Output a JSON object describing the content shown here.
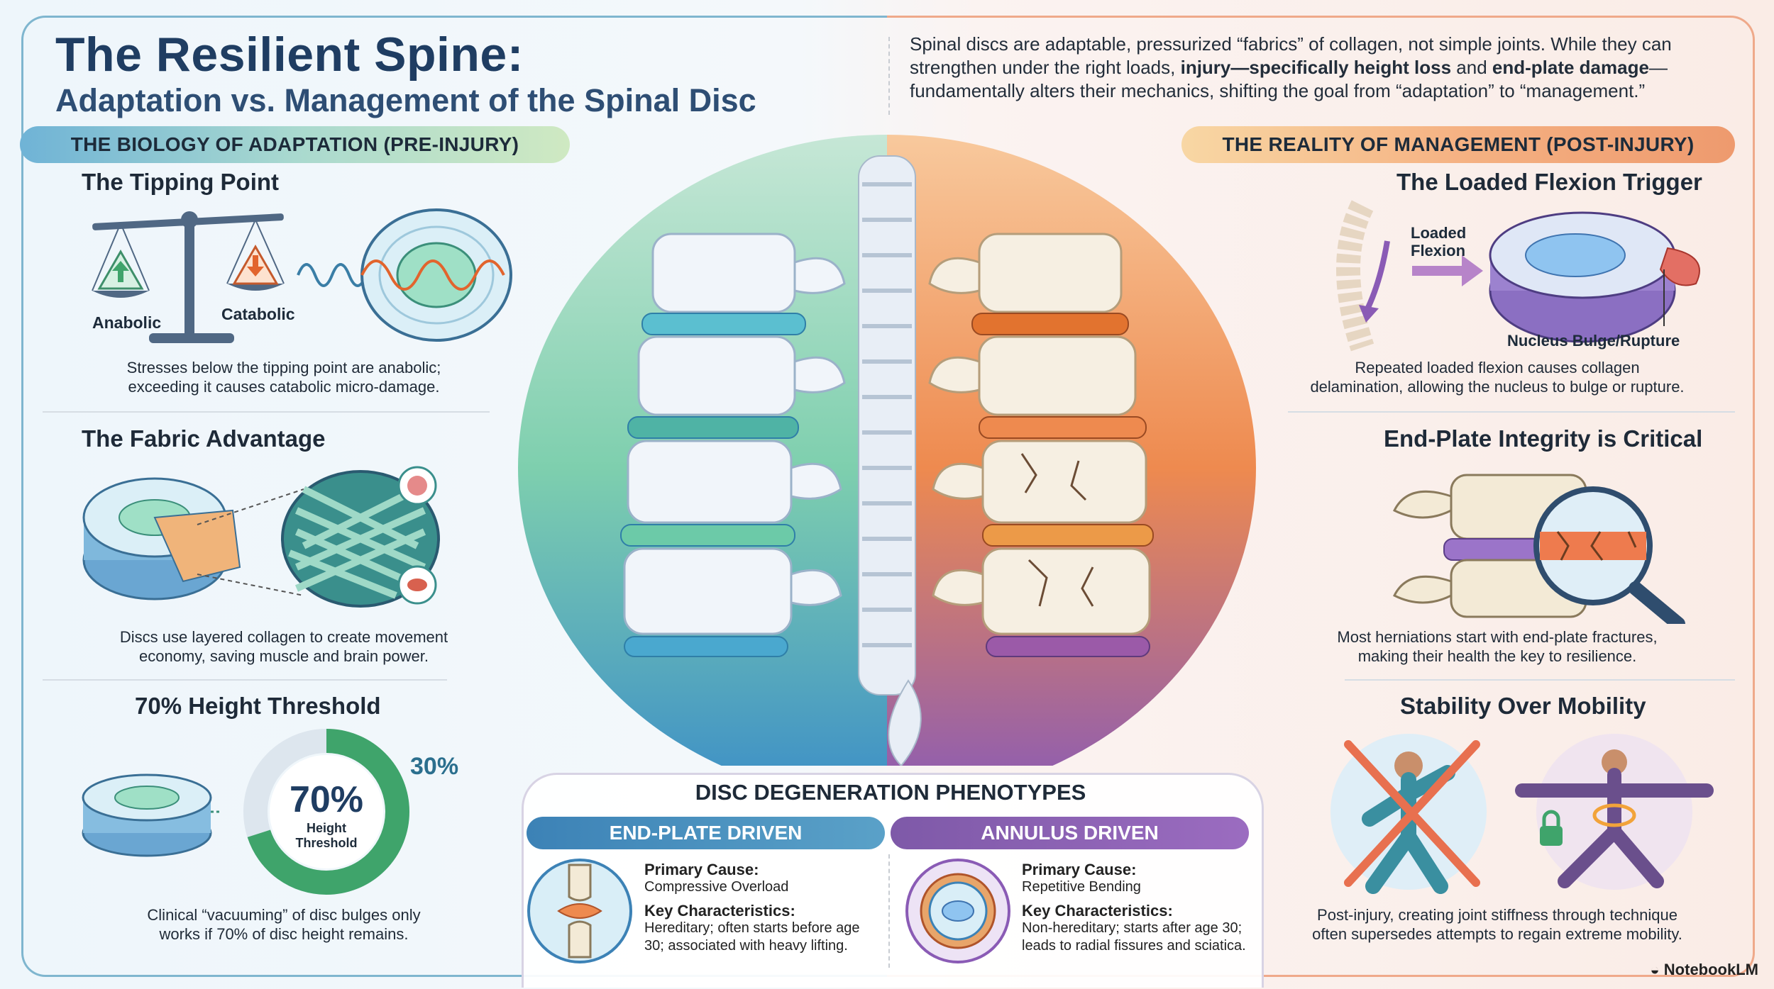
{
  "header": {
    "title_line1": "The Resilient Spine:",
    "title_line2": "Adaptation vs. Management of the Spinal Disc",
    "intro_part1": "Spinal discs are adaptable, pressurized “fabrics” of collagen, not simple joints. While they can strengthen under the right loads, ",
    "intro_bold1": "injury—specifically height loss",
    "intro_part2": " and ",
    "intro_bold2": "end-plate damage",
    "intro_part3": "—fundamentally alters their mechanics, shifting the goal from “adaptation” to “management.”"
  },
  "left": {
    "banner": "THE BIOLOGY OF ADAPTATION (PRE-INJURY)",
    "tipping": {
      "title": "The Tipping Point",
      "anabolic": "Anabolic",
      "catabolic": "Catabolic",
      "caption1": "Stresses below the tipping point are anabolic;",
      "caption2": "exceeding it causes catabolic micro-damage."
    },
    "fabric": {
      "title": "The Fabric Advantage",
      "caption1": "Discs use layered collagen to create movement",
      "caption2": "economy, saving muscle and brain power."
    },
    "height": {
      "title": "70% Height Threshold",
      "percent": "70%",
      "label1": "Height",
      "label2": "Threshold",
      "remaining": "30%",
      "value_fraction": 0.7,
      "caption1": "Clinical “vacuuming” of disc bulges only",
      "caption2": "works if 70% of disc height remains."
    }
  },
  "right": {
    "banner": "THE REALITY OF MANAGEMENT (POST-INJURY)",
    "flexion": {
      "title": "The Loaded Flexion Trigger",
      "label1": "Loaded",
      "label2": "Flexion",
      "bulge_label": "Nucleus Bulge/Rupture",
      "caption1": "Repeated loaded flexion causes collagen",
      "caption2": "delamination, allowing the nucleus to bulge or rupture."
    },
    "endplate": {
      "title": "End-Plate Integrity is Critical",
      "caption1": "Most herniations start with end-plate fractures,",
      "caption2": "making their health the key to resilience."
    },
    "stability": {
      "title": "Stability Over Mobility",
      "caption1": "Post-injury, creating joint stiffness through technique",
      "caption2": "often supersedes attempts to regain extreme mobility."
    }
  },
  "phenotypes": {
    "title": "DISC DEGENERATION PHENOTYPES",
    "endplate": {
      "label": "END-PLATE DRIVEN",
      "cause_label": "Primary Cause:",
      "cause": "Compressive Overload",
      "char_label": "Key Characteristics:",
      "char1": "Hereditary; often starts before age",
      "char2": "30; associated with heavy lifting."
    },
    "annulus": {
      "label": "ANNULUS DRIVEN",
      "cause_label": "Primary Cause:",
      "cause": "Repetitive Bending",
      "char_label": "Key Characteristics:",
      "char1": "Non-hereditary; starts after age 30;",
      "char2": "leads to radial fissures and sciatica."
    }
  },
  "brand": "NotebookLM",
  "colors": {
    "adapt_teal": "#4fb3a5",
    "adapt_blue": "#3c82b6",
    "manage_orange": "#ee8a4f",
    "manage_purple": "#8a5bb5"
  }
}
